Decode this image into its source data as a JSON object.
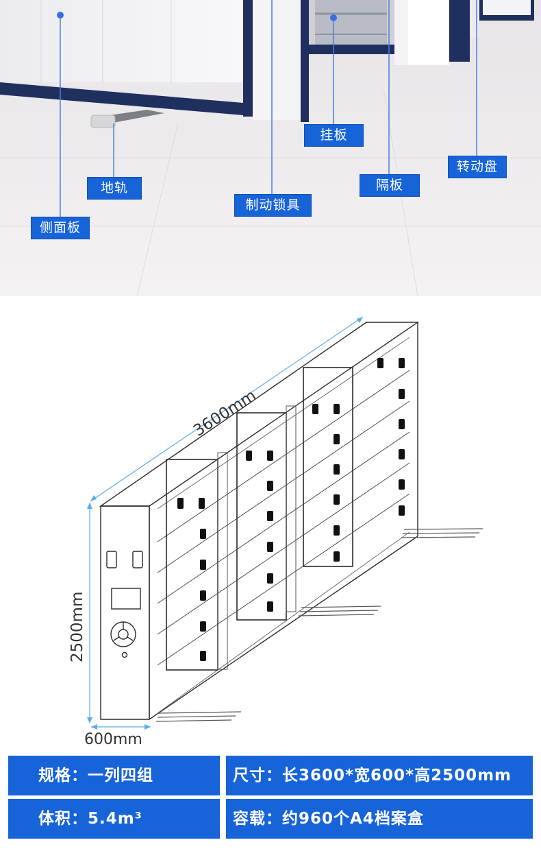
{
  "callouts": {
    "side_panel": "侧面板",
    "ground_rail": "地轨",
    "brake_lock": "制动锁具",
    "hanging_board": "挂板",
    "partition": "隔板",
    "turn_disc": "转动盘"
  },
  "dimensions": {
    "length": "3600mm",
    "height": "2500mm",
    "depth": "600mm"
  },
  "specs": {
    "spec": "规格：一列四组",
    "size": "尺寸：长3600*宽600*高2500mm",
    "volume": "体积：5.4m³",
    "capacity": "容载：约960个A4档案盒"
  },
  "colors": {
    "accent_blue": "#1763d8",
    "cabinet_navy": "#1f2f5e",
    "dimension_line": "#5aaee8"
  }
}
